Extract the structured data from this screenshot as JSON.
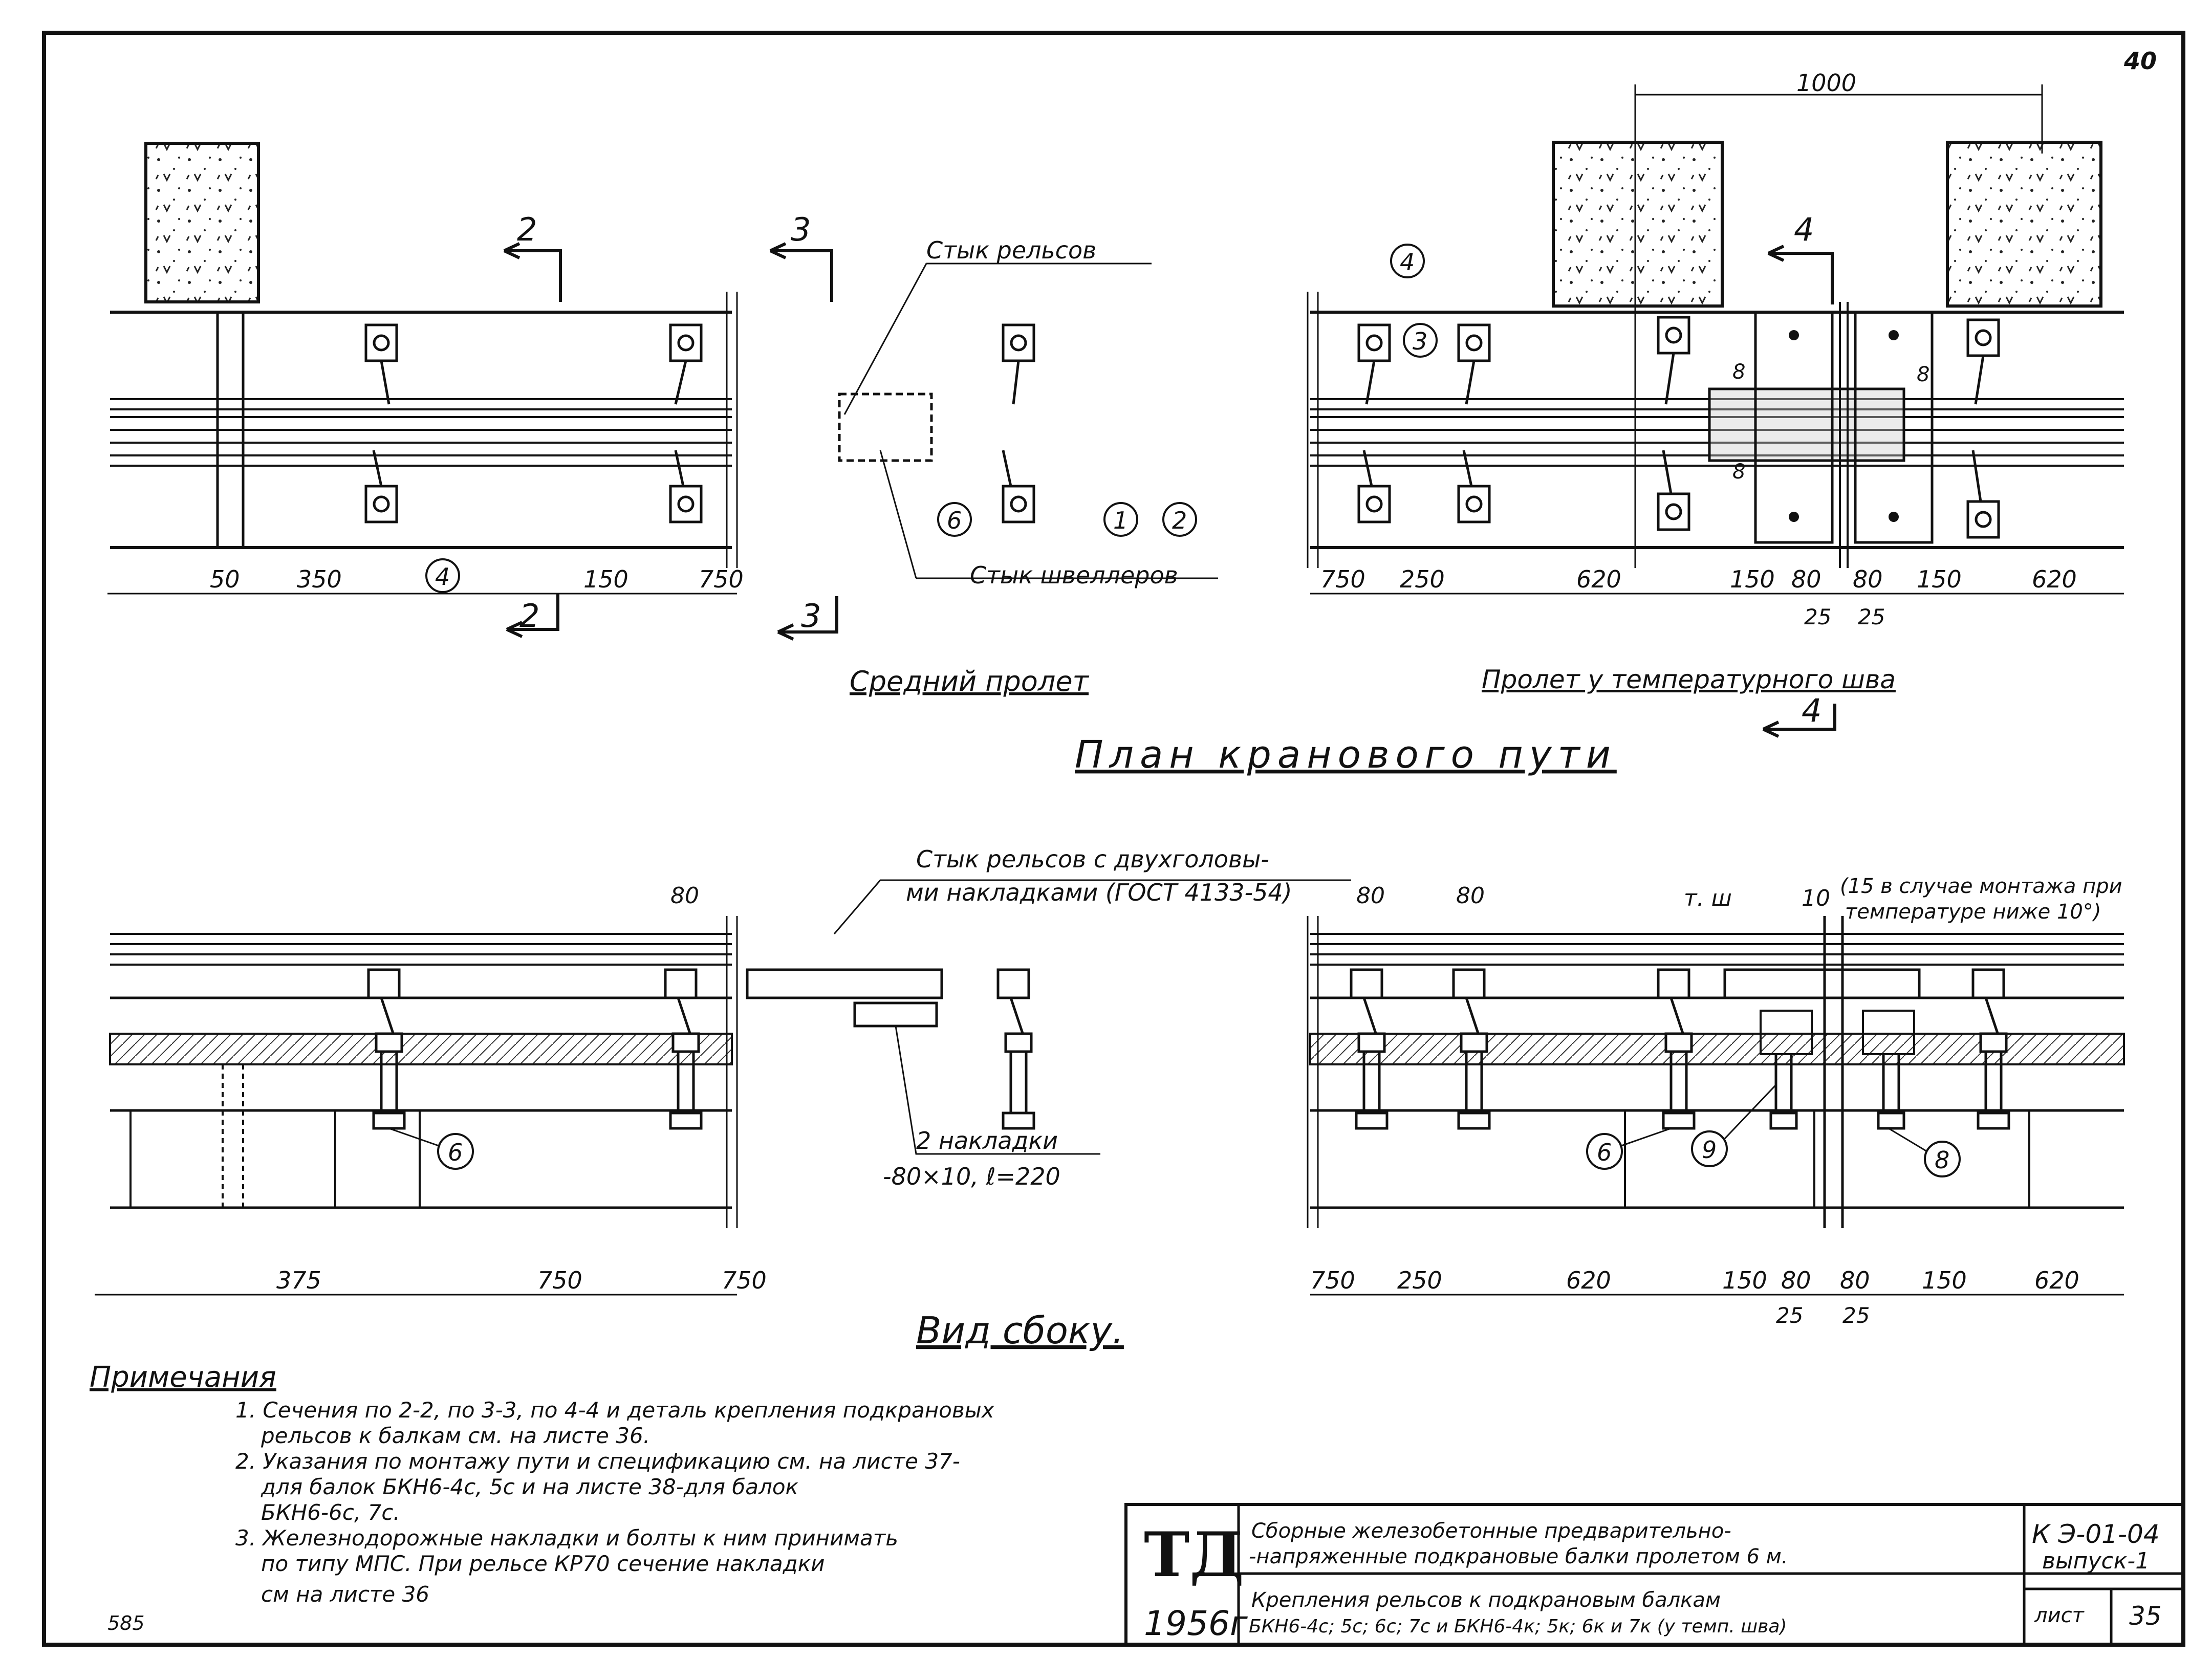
{
  "sheet": {
    "page_number_top": "40",
    "handwritten_corner": "585"
  },
  "plan": {
    "title": "План кранового пути",
    "left_caption": "Средний пролет",
    "right_caption": "Пролет у температурного шва",
    "label_rail_joint": "Стык рельсов",
    "label_channel_joint": "Стык швеллеров",
    "dim_top": "1000",
    "sections": [
      "2",
      "2",
      "3",
      "3",
      "4",
      "4"
    ],
    "callouts": [
      "4",
      "4",
      "3",
      "6",
      "1",
      "2",
      "8",
      "8",
      "8"
    ],
    "dims_left": [
      "50",
      "350",
      "150",
      "750"
    ],
    "dims_right": [
      "750",
      "250",
      "620",
      "150",
      "80",
      "80",
      "150",
      "620"
    ],
    "dims_gap": [
      "25",
      "25"
    ]
  },
  "side": {
    "title": "Вид сбоку.",
    "label_joint_line1": "Стык рельсов с двухголовы-",
    "label_joint_line2": "ми накладками (ГОСТ 4133-54)",
    "label_plates_line1": "2 накладки",
    "label_plates_line2": "-80×10, ℓ=220",
    "label_tsh": "т. ш",
    "label_10": "10",
    "note_line1": "(15 в случае монтажа при",
    "note_line2": "температуре ниже 10°)",
    "dim_80": [
      "80",
      "80",
      "80"
    ],
    "callouts": [
      "6",
      "6",
      "9",
      "8"
    ],
    "dims_left": [
      "375",
      "750",
      "750"
    ],
    "dims_right": [
      "750",
      "250",
      "620",
      "150",
      "80",
      "80",
      "150",
      "620"
    ],
    "dims_gap": [
      "25",
      "25"
    ]
  },
  "notes": {
    "heading": "Примечания",
    "items": [
      "1. Сечения по 2-2, по 3-3, по 4-4 и деталь крепления подкрановых",
      "рельсов к балкам см. на листе 36.",
      "2. Указания по монтажу пути и спецификацию см. на листе 37-",
      "для балок БКН6-4с, 5с и на листе 38-для балок",
      "БКН6-6с, 7с.",
      "3. Железнодорожные накладки и болты к ним принимать",
      "по типу МПС. При рельсе КР70 сечение накладки",
      "см на листе 36"
    ]
  },
  "title_block": {
    "stamp_top": "ТД",
    "stamp_year": "1956г",
    "series_line1": "Сборные железобетонные предварительно-",
    "series_line2": "-напряженные подкрановые балки пролетом 6 м.",
    "subject_line1": "Крепления рельсов к подкрановым балкам",
    "subject_line2": "БКН6-4с; 5с; 6с; 7с и БКН6-4к; 5к; 6к и 7к (у темп. шва)",
    "code_line1": "К Э-01-04",
    "code_line2": "выпуск-1",
    "sheet_label": "лист",
    "sheet_number": "35"
  }
}
